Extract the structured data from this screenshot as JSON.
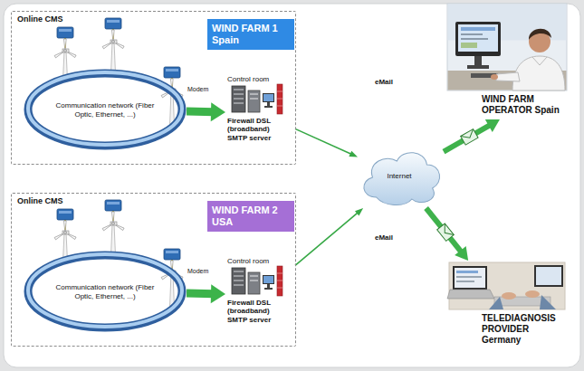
{
  "diagram": {
    "nodes": [
      {
        "text": [
          "Online CMS"
        ]
      },
      {
        "text": [
          "WIND FARM 1 Spain"
        ],
        "in": 0
      },
      {
        "text": [
          "Communication network (Fiber Optic, Ethernet, ...)"
        ],
        "in": 0
      },
      {
        "text": [
          "Control room",
          "Firewall DSL (broadband) SMTP server"
        ],
        "in": 0
      },
      {
        "text": [
          "Online CMS"
        ]
      },
      {
        "text": [
          "WIND FARM 2 USA"
        ],
        "in": 4
      },
      {
        "text": [
          "Communication network (Fiber Optic, Ethernet, ...)"
        ],
        "in": 4
      },
      {
        "text": [
          "Control room",
          "Firewall DSL (broadband) SMTP server"
        ],
        "in": 4
      },
      {
        "text": [
          "Internet"
        ]
      },
      {
        "text": [
          "WIND FARM OPERATOR Spain"
        ]
      },
      {
        "text": [
          "TELEDIAGNOSIS PROVIDER Germany"
        ]
      }
    ],
    "edges": [
      {
        "from": 2,
        "to": 3,
        "arrow": "to"
      },
      {
        "from": 6,
        "to": 7,
        "arrow": "to"
      },
      {
        "from": 3,
        "to": 8,
        "arrow": "to"
      },
      {
        "from": 7,
        "to": 8,
        "arrow": "to"
      },
      {
        "from": 8,
        "to": 9,
        "arrow": "to"
      },
      {
        "from": 8,
        "to": 10,
        "arrow": "to"
      }
    ],
    "labels": [
      "Modem",
      "Modem",
      "eMail",
      "eMail"
    ]
  }
}
